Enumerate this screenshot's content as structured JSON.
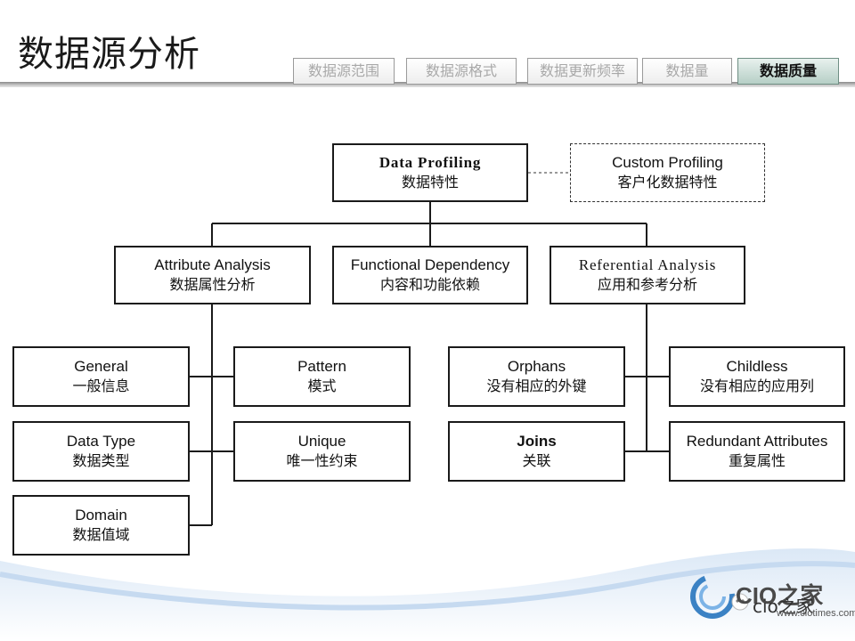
{
  "slide": {
    "title": "数据源分析",
    "tabs": [
      {
        "label": "数据源范围",
        "active": false
      },
      {
        "label": "数据源格式",
        "active": false
      },
      {
        "label": "数据更新频率",
        "active": false
      },
      {
        "label": "数据量",
        "active": false
      },
      {
        "label": "数据质量",
        "active": true
      }
    ]
  },
  "diagram": {
    "root": {
      "en": "Data Profiling",
      "zh": "数据特性"
    },
    "custom": {
      "en": "Custom Profiling",
      "zh": "客户化数据特性"
    },
    "attribute": {
      "en": "Attribute Analysis",
      "zh": "数据属性分析"
    },
    "functional": {
      "en": "Functional Dependency",
      "zh": "内容和功能依赖"
    },
    "referential": {
      "en": "Referential Analysis",
      "zh": "应用和参考分析"
    },
    "general": {
      "en": "General",
      "zh": "一般信息"
    },
    "pattern": {
      "en": "Pattern",
      "zh": "模式"
    },
    "data_type": {
      "en": "Data Type",
      "zh": "数据类型"
    },
    "unique": {
      "en": "Unique",
      "zh": "唯一性约束"
    },
    "domain": {
      "en": "Domain",
      "zh": "数据值域"
    },
    "orphans": {
      "en": "Orphans",
      "zh": "没有相应的外键"
    },
    "childless": {
      "en": "Childless",
      "zh": "没有相应的应用列"
    },
    "joins": {
      "en": "Joins",
      "zh": "关联"
    },
    "redundant": {
      "en": "Redundant Attributes",
      "zh": "重复属性"
    }
  },
  "logo": {
    "name": "CIO之家",
    "cn": "cio之家",
    "url": "www.ciotimes.com"
  },
  "colors": {
    "active_tab": "#b6cfc6",
    "inactive_tab_text": "#a8a8a8",
    "wave": "#b9d3ee"
  }
}
